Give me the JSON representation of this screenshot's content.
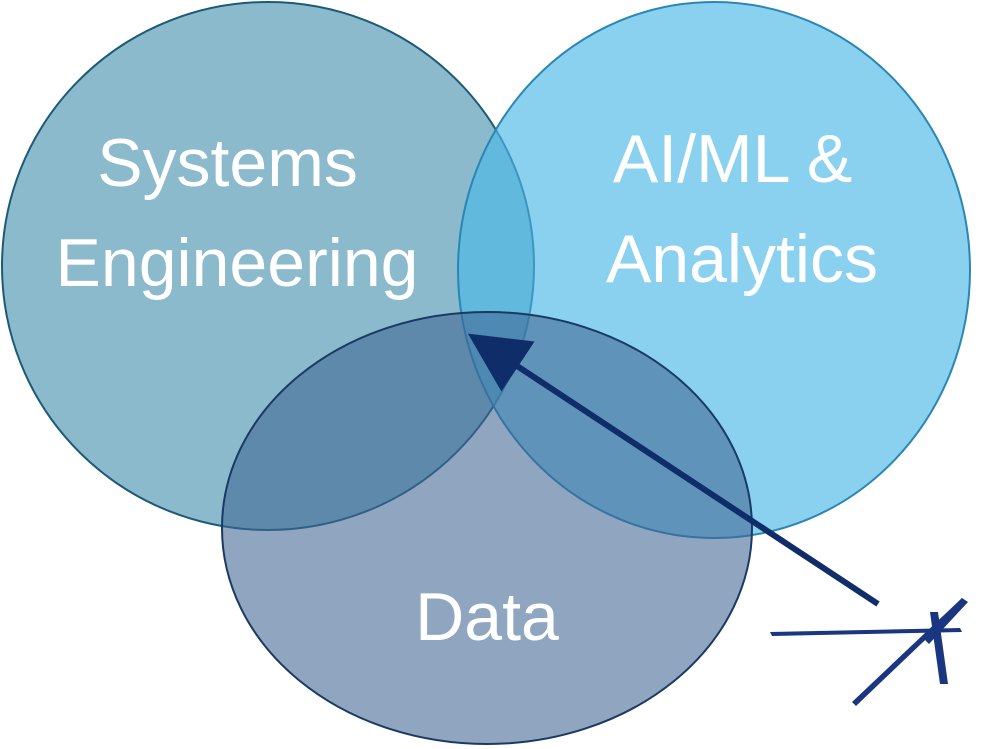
{
  "diagram": {
    "circles": [
      {
        "id": "systems",
        "lines": [
          "Systems",
          "Engineering"
        ],
        "fill": "#5e9fb8",
        "stroke": "#1d5a78"
      },
      {
        "id": "ai",
        "lines": [
          "AI/ML &",
          "Analytics"
        ],
        "fill": "#4cb9e6",
        "stroke": "#2a86b4"
      },
      {
        "id": "data",
        "lines": [
          "Data"
        ],
        "fill": "#3f6593",
        "stroke": "#1b3a63"
      }
    ],
    "arrow_color": "#0f2d69",
    "logo_color": "#1a3680"
  }
}
